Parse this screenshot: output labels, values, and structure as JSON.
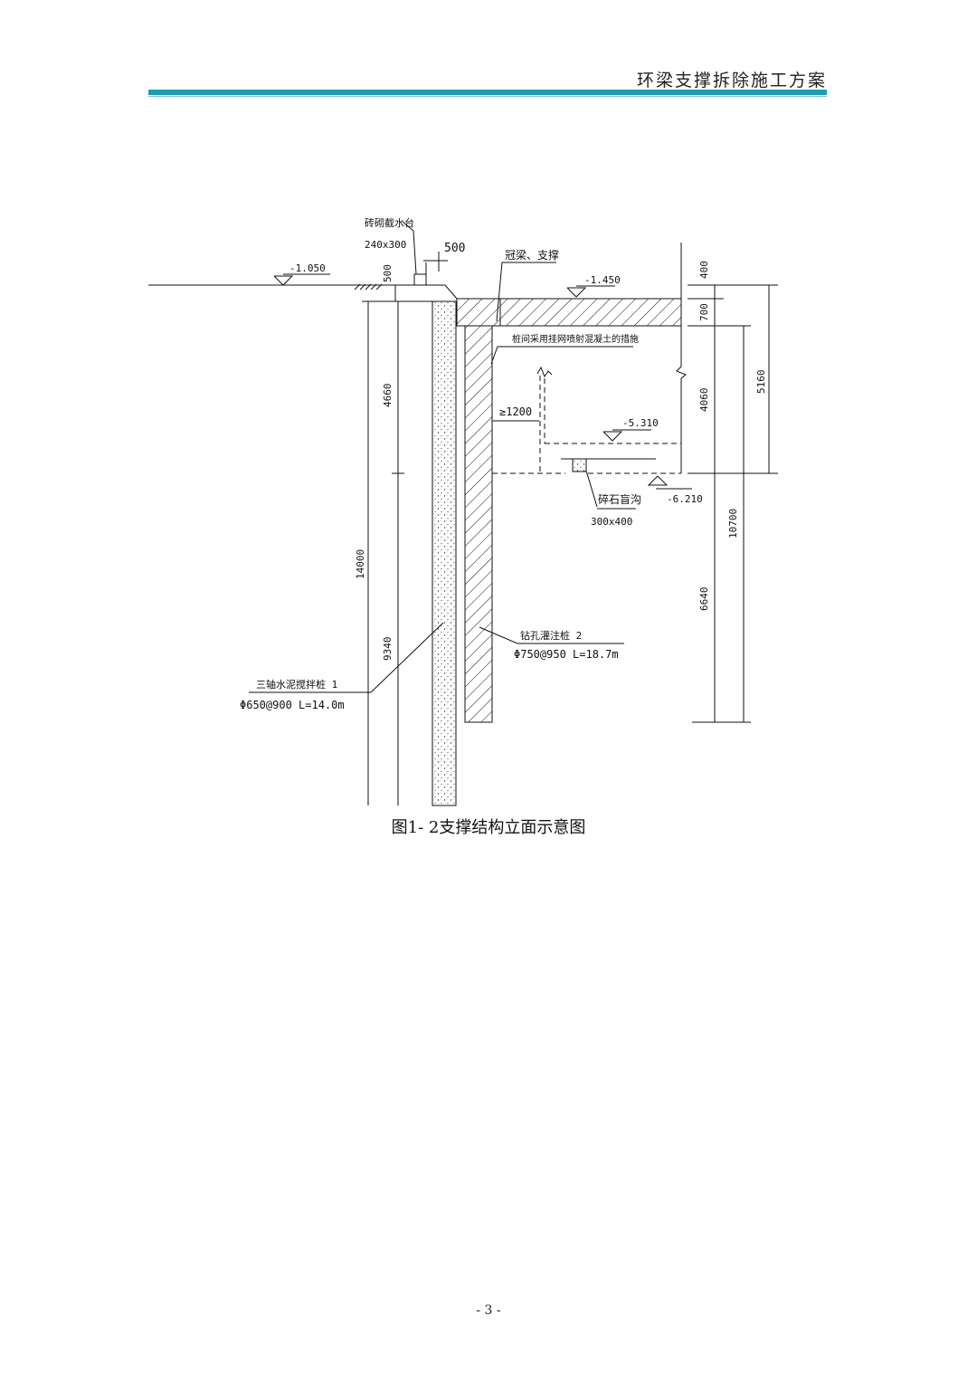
{
  "header": {
    "title": "环梁支撑拆除施工方案"
  },
  "drawing": {
    "labels": {
      "brick_platform": "砖砌截水台",
      "brick_size": "240x300",
      "dim_500_top": "500",
      "elev_left": "-1.050",
      "crown_beam": "冠梁、支撑",
      "elev_top": "-1.450",
      "mesh_note": "桩间采用挂网喷射混凝土的措施",
      "min_1200": "≥1200",
      "elev_mid": "-5.310",
      "gravel_ditch": "碎石盲沟",
      "ditch_size": "300x400",
      "elev_low": "-6.210",
      "bored_pile": "钻孔灌注桩  2",
      "bored_pile_spec": "Φ750@950   L=18.7m",
      "mix_pile": "三轴水泥搅拌桩  1",
      "mix_pile_spec": "Φ650@900   L=14.0m"
    },
    "dims": {
      "d500": "500",
      "d4660": "4660",
      "d14000": "14000",
      "d9340": "9340",
      "d400": "400",
      "d700": "700",
      "d4060": "4060",
      "d5160": "5160",
      "d10700": "10700",
      "d6640": "6640"
    }
  },
  "caption": "图1- 2支撑结构立面示意图",
  "page_number": "- 3 -"
}
